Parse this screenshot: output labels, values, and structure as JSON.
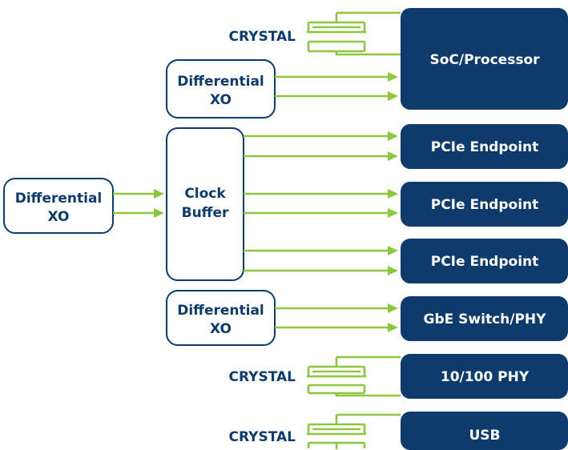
{
  "crystal_label": "CRYSTAL",
  "oscillator_lines": [
    "Differential",
    "XO"
  ],
  "clock_buffer_lines": [
    "Clock",
    "Buffer"
  ],
  "devices": {
    "soc": "SoC/Processor",
    "pcie": "PCIe Endpoint",
    "gbe": "GbE Switch/PHY",
    "phy": "10/100 PHY",
    "usb": "USB"
  },
  "colors": {
    "navy": "#0e3b6b",
    "green": "#8dc63f",
    "white": "#ffffff"
  }
}
